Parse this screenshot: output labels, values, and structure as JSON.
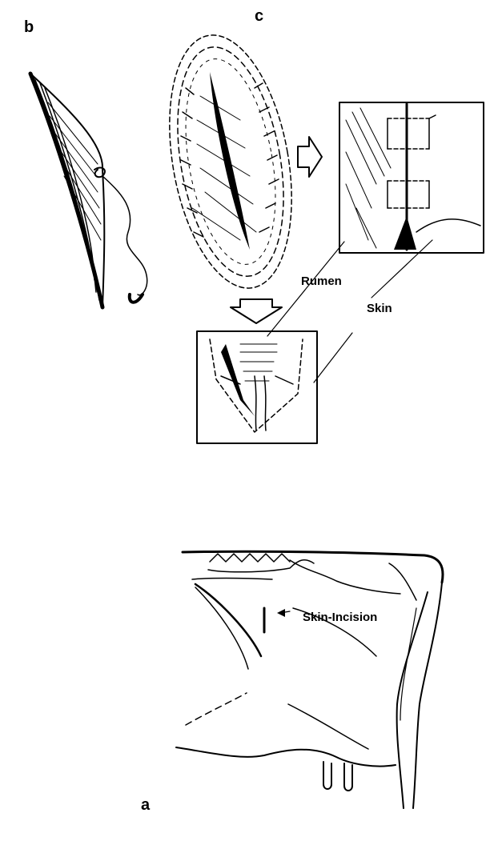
{
  "panels": {
    "a": "a",
    "b": "b",
    "c": "c"
  },
  "labels": {
    "rumen": "Rumen",
    "skin": "Skin",
    "skin_incision": "Skin-Incision"
  },
  "colors": {
    "ink": "#000000",
    "background": "#ffffff"
  }
}
